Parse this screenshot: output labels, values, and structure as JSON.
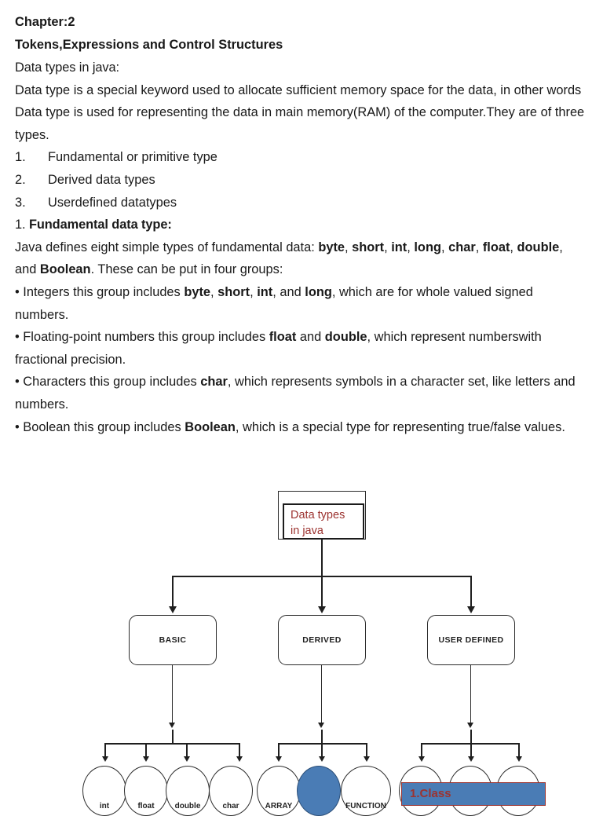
{
  "document": {
    "chapter_heading": "Chapter:2",
    "title_heading": "Tokens,Expressions and Control Structures",
    "section_label": "Data types in java:",
    "intro_paragraph": "Data type is a special keyword used to allocate sufficient memory space for the data, in other words Data type is used for representing the data in main memory(RAM) of the computer.They are of three types.",
    "type_list": [
      {
        "num": "1.",
        "label": "Fundamental or primitive type"
      },
      {
        "num": "2.",
        "label": "Derived data types"
      },
      {
        "num": "3.",
        "label": "Userdefined datatypes"
      }
    ],
    "subsection_number": "1. ",
    "subsection_heading": "Fundamental data type:",
    "definition": {
      "lead": "Java defines eight simple types of fundamental data: ",
      "types": [
        "byte",
        "short",
        "int",
        "long",
        "char",
        "float",
        "double",
        "Boolean"
      ],
      "tail": ". These can be put in four groups:"
    },
    "bullets": [
      {
        "bullet": "• ",
        "lead": "Integers this group includes ",
        "bold_terms": [
          "byte",
          "short",
          "int",
          "long"
        ],
        "tail": ", which are for whole valued signed numbers."
      },
      {
        "bullet": "• ",
        "lead": "Floating-point numbers this group includes ",
        "bold_terms": [
          "float",
          "double"
        ],
        "tail": ", which represent numberswith fractional precision."
      },
      {
        "bullet": "• ",
        "lead": "Characters this group includes ",
        "bold_terms": [
          "char"
        ],
        "tail": ", which represents symbols in a character set, like letters and numbers."
      },
      {
        "bullet": "• ",
        "lead": "Boolean this group includes ",
        "bold_terms": [
          "Boolean"
        ],
        "tail": ", which is a special type for representing true/false  values."
      }
    ]
  },
  "diagram": {
    "root": {
      "line1": "Data types",
      "line2": "in java"
    },
    "level2": [
      {
        "label": "BASIC"
      },
      {
        "label": "DERIVED"
      },
      {
        "label": "USER DEFINED"
      }
    ],
    "basic_leaves": [
      {
        "label": "int"
      },
      {
        "label": "float"
      },
      {
        "label": "double"
      },
      {
        "label": "char"
      }
    ],
    "derived_leaves": [
      {
        "label": "ARRAY"
      },
      {
        "label": ""
      },
      {
        "label": "FUNCTION"
      }
    ],
    "userdefined_leaves": [
      {
        "label": ""
      },
      {
        "label": ""
      },
      {
        "label": ""
      }
    ],
    "class_box_label": "1.Class",
    "colors": {
      "root_text": "#9c3330",
      "selection_blue": "#4a7cb5",
      "class_box_border": "#9c3330",
      "line": "#1f1f1f"
    }
  }
}
